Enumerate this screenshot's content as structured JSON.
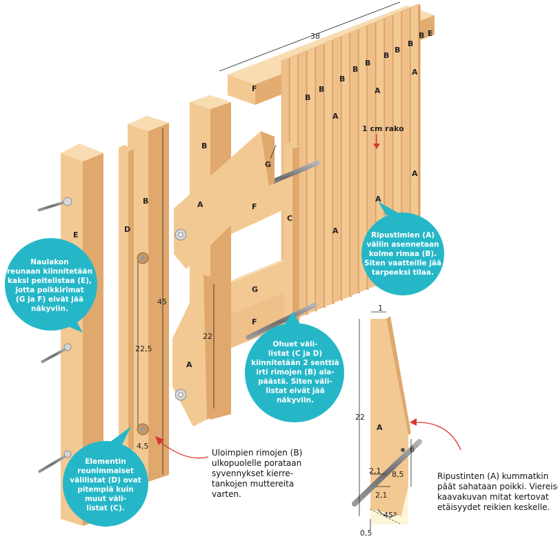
{
  "colors": {
    "wood_front": "#f3c993",
    "wood_side": "#e0a86c",
    "wood_top": "#f8dcb2",
    "bubble": "#25b7c8",
    "arrow": "#d6382f",
    "bolt": "#8c8c8c"
  },
  "dimensions": {
    "width_38": "38",
    "length_45": "45",
    "length_22": "22",
    "mid_22_5": "22,5",
    "end_4_5": "4,5",
    "top_1": "1",
    "detail_22": "22",
    "detail_6": "6",
    "detail_8_5": "8,5",
    "detail_2_1_a": "2,1",
    "detail_2_1_b": "2,1",
    "detail_0_5": "0,5",
    "angle_45": "45°",
    "gap": "1 cm rako"
  },
  "labels": {
    "E": "E",
    "D": "D",
    "B": "B",
    "A": "A",
    "F": "F",
    "G": "G",
    "C": "C"
  },
  "bubbles": {
    "left_top": [
      "Naulakon",
      "reunaan kiinnitetään",
      "kaksi peitelistaa (E),",
      "jotta poikkirimat",
      "(G ja F) eivät jää",
      "näkyviin."
    ],
    "left_bottom": [
      "Elementin",
      "reunimmaiset",
      "välilistat (D) ovat",
      "pitempiä kuin",
      "muut väli-",
      "listat (C)."
    ],
    "center": [
      "Ohuet väli-",
      "listat (C ja D)",
      "kiinnitetään 2 senttiä",
      "irti rimojen (B) ala-",
      "päästä. Siten väli-",
      "listat eivät jää",
      "näkyviin."
    ],
    "right": [
      "Ripustimien (A)",
      "väliin asennetaan",
      "kolme rimaa (B).",
      "Siten vaatteille jää",
      "tarpeeksi tilaa."
    ]
  },
  "notes": {
    "middle": [
      "Uloimpien rimojen (B)",
      "ulkopuolelle porataan",
      "syvennykset kierre-",
      "tankojen muttereita",
      "varten."
    ],
    "right": [
      "Ripustinten (A) kummatkin",
      "päät sahataan poikki. Viereisen",
      "kaavakuvan mitat kertovat",
      "etäisyydet reikien keskelle."
    ]
  }
}
